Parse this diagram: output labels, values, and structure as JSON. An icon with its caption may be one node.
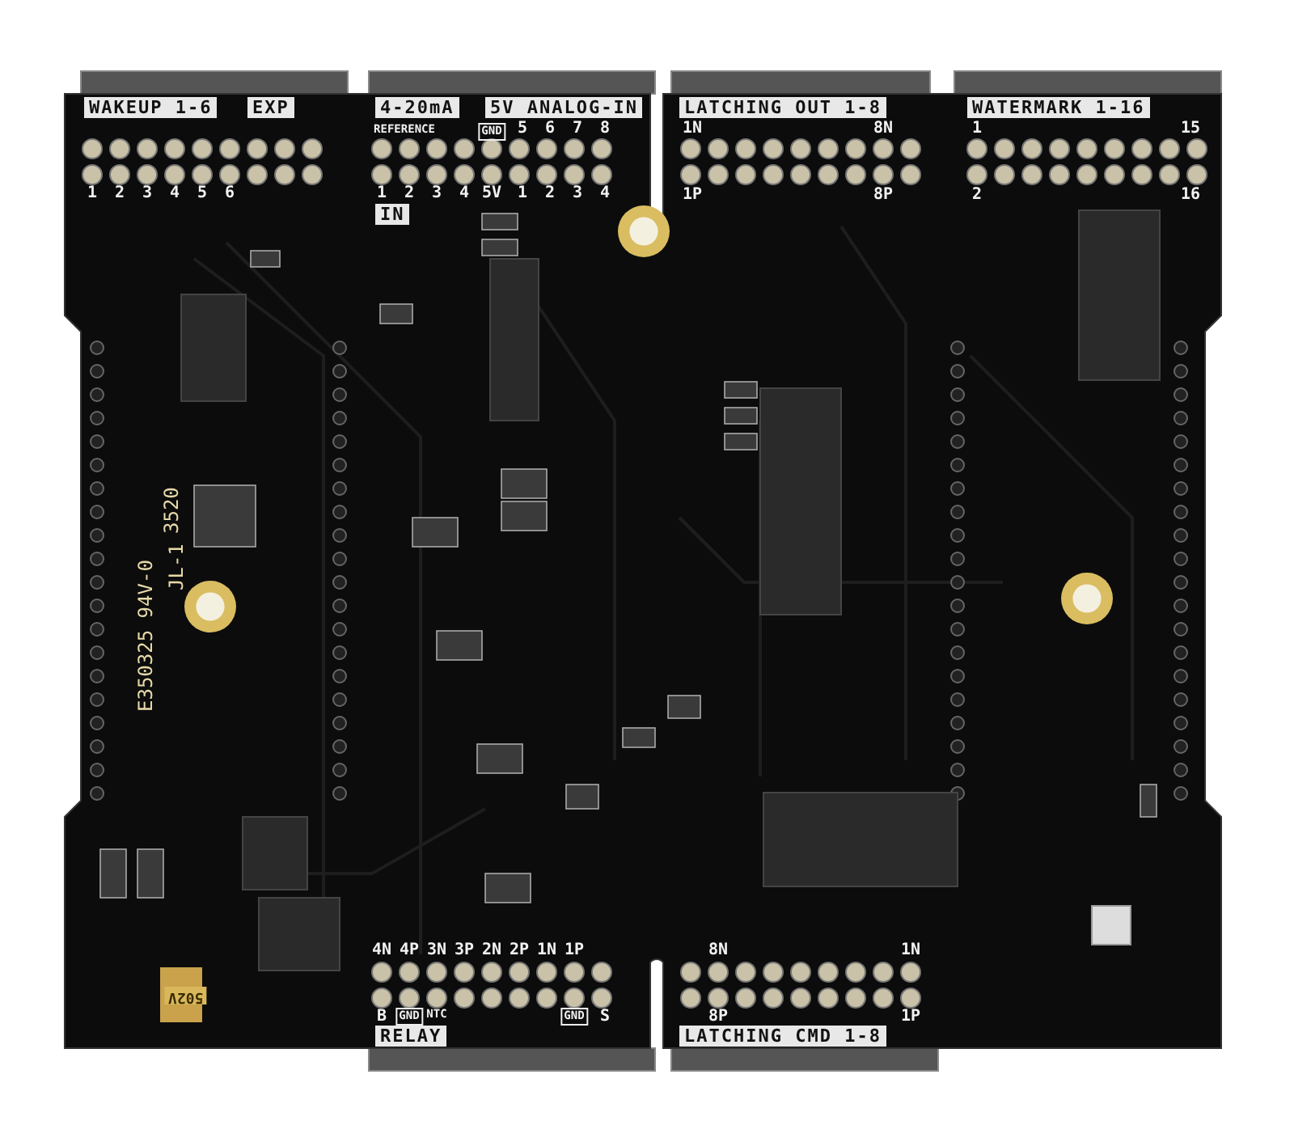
{
  "diagram": {
    "labels": [
      "WAKEUP 1-6",
      "EXP",
      "4-20mA",
      "5V ANALOG-IN",
      "LATCHING OUT 1-8",
      "WATERMARK 1-16",
      "REFERENCE",
      "GND",
      "5",
      "6",
      "7",
      "8",
      "1",
      "2",
      "3",
      "4",
      "5",
      "6",
      "1",
      "2",
      "3",
      "4",
      "5V",
      "1",
      "2",
      "3",
      "4",
      "IN",
      "1N",
      "8N",
      "1P",
      "8P",
      "1",
      "15",
      "2",
      "16",
      "4N",
      "4P",
      "3N",
      "3P",
      "2N",
      "2P",
      "1N",
      "1P",
      "B",
      "GND",
      "NTC",
      "GND",
      "S",
      "RELAY",
      "8N",
      "1N",
      "8P",
      "1P",
      "LATCHING CMD 1-8",
      "3520",
      "E350325 94V-0",
      "JL-1",
      "502V"
    ]
  }
}
